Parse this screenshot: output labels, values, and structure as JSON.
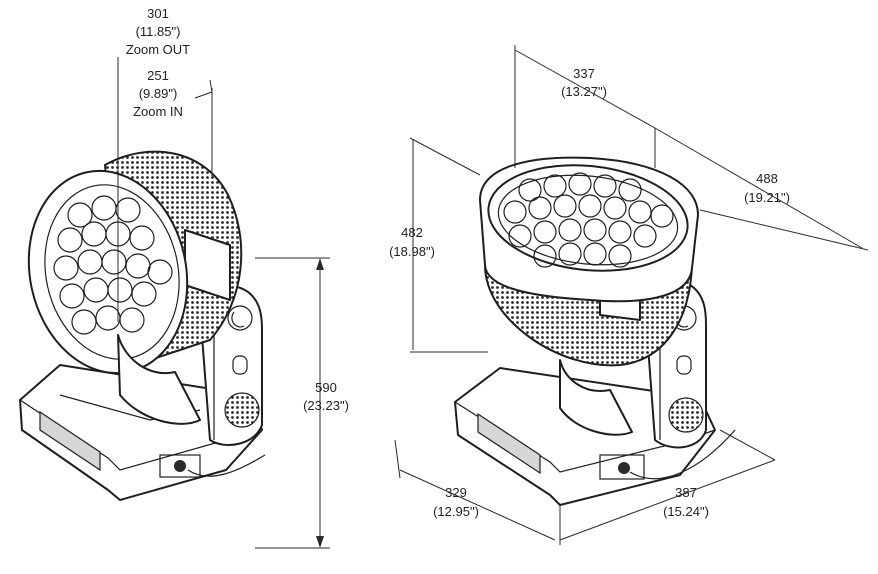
{
  "labels": {
    "zoom_out_mm": "301",
    "zoom_out_in": "(11.85\")",
    "zoom_out_caption": "Zoom OUT",
    "zoom_in_mm": "251",
    "zoom_in_in": "(9.89\")",
    "zoom_in_caption": "Zoom IN",
    "left_height_mm": "590",
    "left_height_in": "(23.23\")",
    "top_width_mm": "337",
    "top_width_in": "(13.27\")",
    "right_height_mm": "482",
    "right_height_in": "(18.98\")",
    "depth_mm": "488",
    "depth_in": "(19.21\")",
    "base_width_mm": "329",
    "base_width_in": "(12.95\")",
    "base_depth_mm": "387",
    "base_depth_in": "(15.24\")"
  }
}
